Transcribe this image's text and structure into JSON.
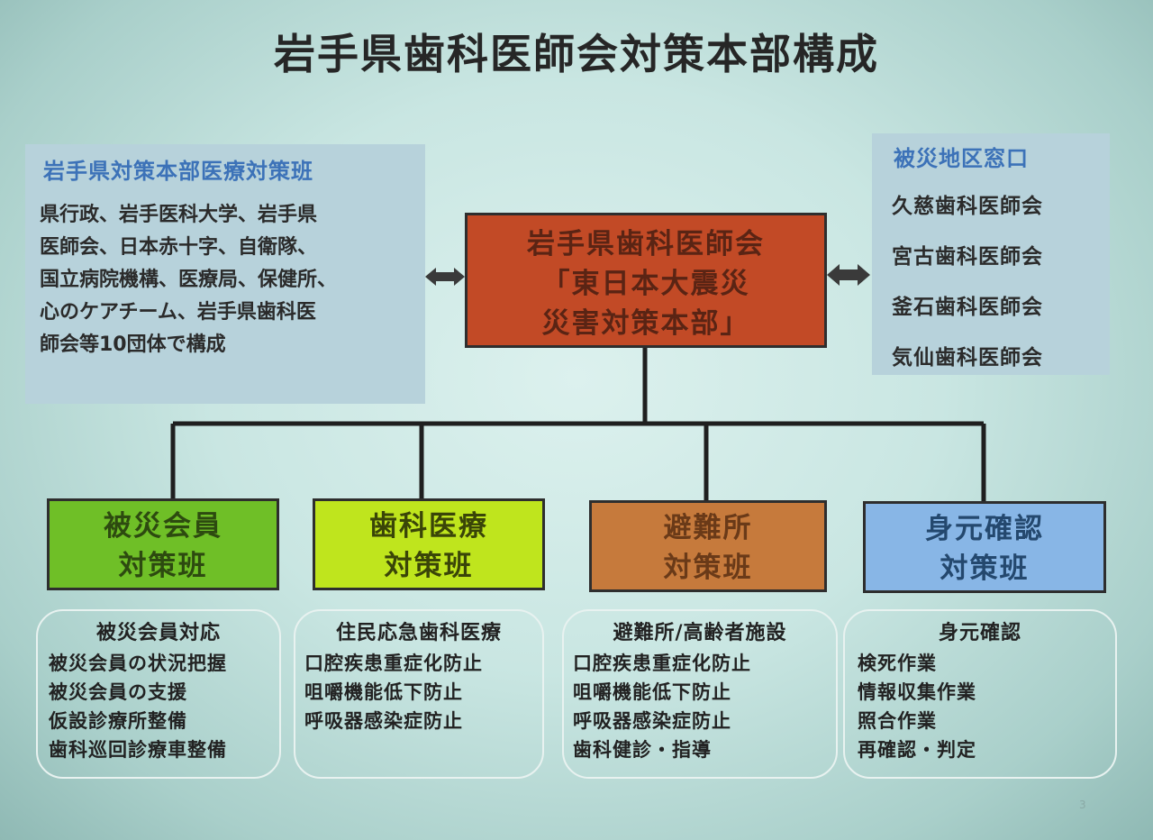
{
  "title": "岩手県歯科医師会対策本部構成",
  "left_panel": {
    "heading": "岩手県対策本部医療対策班",
    "lines": [
      "県行政、岩手医科大学、岩手県",
      "医師会、日本赤十字、自衛隊、",
      "国立病院機構、医療局、保健所、",
      "心のケアチーム、岩手県歯科医",
      "師会等10団体で構成"
    ]
  },
  "center_box": {
    "lines": [
      "岩手県歯科医師会",
      "「東日本大震災",
      "災害対策本部」"
    ]
  },
  "right_panel": {
    "heading": "被災地区窓口",
    "items": [
      "久慈歯科医師会",
      "宮古歯科医師会",
      "釜石歯科医師会",
      "気仙歯科医師会"
    ]
  },
  "teams": [
    {
      "line1": "被災会員",
      "line2": "対策班",
      "list_heading": "被災会員対応",
      "items": [
        "被災会員の状況把握",
        "被災会員の支援",
        "仮設診療所整備",
        "歯科巡回診療車整備"
      ]
    },
    {
      "line1": "歯科医療",
      "line2": "対策班",
      "list_heading": "住民応急歯科医療",
      "items": [
        "口腔疾患重症化防止",
        "咀嚼機能低下防止",
        "呼吸器感染症防止"
      ]
    },
    {
      "line1": "避難所",
      "line2": "対策班",
      "list_heading": "避難所/高齢者施設",
      "items": [
        "口腔疾患重症化防止",
        "咀嚼機能低下防止",
        "呼吸器感染症防止",
        "歯科健診・指導"
      ]
    },
    {
      "line1": "身元確認",
      "line2": "対策班",
      "list_heading": "身元確認",
      "items": [
        "検死作業",
        "情報収集作業",
        "照合作業",
        "再確認・判定"
      ]
    }
  ],
  "page_number": "3",
  "colors": {
    "center_box": "#c24a26",
    "team1": "#6fbf27",
    "team2": "#bfe51d",
    "team3": "#c67a3c",
    "team4": "#88b6e6",
    "panel_heading": "#3c72b8"
  }
}
